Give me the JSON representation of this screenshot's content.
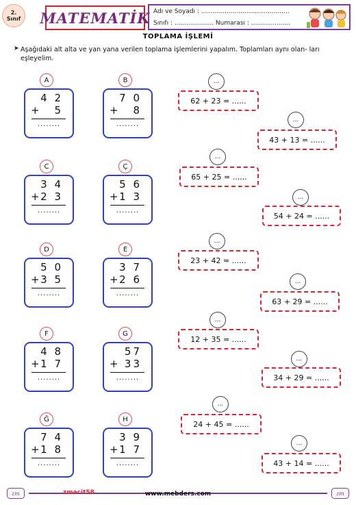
{
  "header": {
    "grade_top": "2.",
    "grade_bottom": "Sınıf",
    "subject": "MATEMATİK",
    "name_line": "Adı ve Soyadı : .............................................",
    "class_line": "Sınıfı : .................... Numarası : ...................."
  },
  "title": "TOPLAMA İŞLEMİ",
  "instruction": "Aşağıdaki alt alta ve yan yana  verilen toplama işlemlerini yapalım. Toplamları aynı olan- ları eşleyelim.",
  "cards": [
    {
      "letter": "A",
      "top": "4 2",
      "bottom": "5",
      "answer": "........"
    },
    {
      "letter": "B",
      "top": "7 0",
      "bottom": "8",
      "answer": "........"
    },
    {
      "letter": "C",
      "top": "3 4",
      "bottom": "2 3",
      "answer": "........"
    },
    {
      "letter": "Ç",
      "top": "5 6",
      "bottom": "1 3",
      "answer": "........"
    },
    {
      "letter": "D",
      "top": "5 0",
      "bottom": "3 5",
      "answer": "........"
    },
    {
      "letter": "E",
      "top": "3 7",
      "bottom": "2 6",
      "answer": "........"
    },
    {
      "letter": "F",
      "top": "4 8",
      "bottom": "1 7",
      "answer": "........"
    },
    {
      "letter": "G",
      "top": "57",
      "bottom": "33",
      "answer": "........"
    },
    {
      "letter": "Ğ",
      "top": "7 4",
      "bottom": "1 8",
      "answer": "........"
    },
    {
      "letter": "H",
      "top": "3 9",
      "bottom": "1 7",
      "answer": "........"
    }
  ],
  "plus_sign": "+",
  "equations": [
    {
      "text": "62 + 23 = ......",
      "bubble": "..."
    },
    {
      "text": "43 + 13 = ......",
      "bubble": "..."
    },
    {
      "text": "65 + 25 = ......",
      "bubble": "..."
    },
    {
      "text": "54 + 24  = ......",
      "bubble": "..."
    },
    {
      "text": "23  + 42  = ......",
      "bubble": "..."
    },
    {
      "text": "63 + 29  = ......",
      "bubble": "..."
    },
    {
      "text": "12 + 35 = ......",
      "bubble": "..."
    },
    {
      "text": "34 + 29 = ......",
      "bubble": "..."
    },
    {
      "text": "24 + 45 = ......",
      "bubble": "..."
    },
    {
      "text": "43 + 14  = ......",
      "bubble": "..."
    }
  ],
  "footer": {
    "tag": "zmacit58",
    "url": "www.mebders.com",
    "logo_text": "zm"
  },
  "colors": {
    "card_border": "#2e3fd0",
    "letter_ring": "#e8495a",
    "answer_border": "#e0232e",
    "subject_border": "#d51f2b",
    "info_border": "#7b3a9c"
  }
}
